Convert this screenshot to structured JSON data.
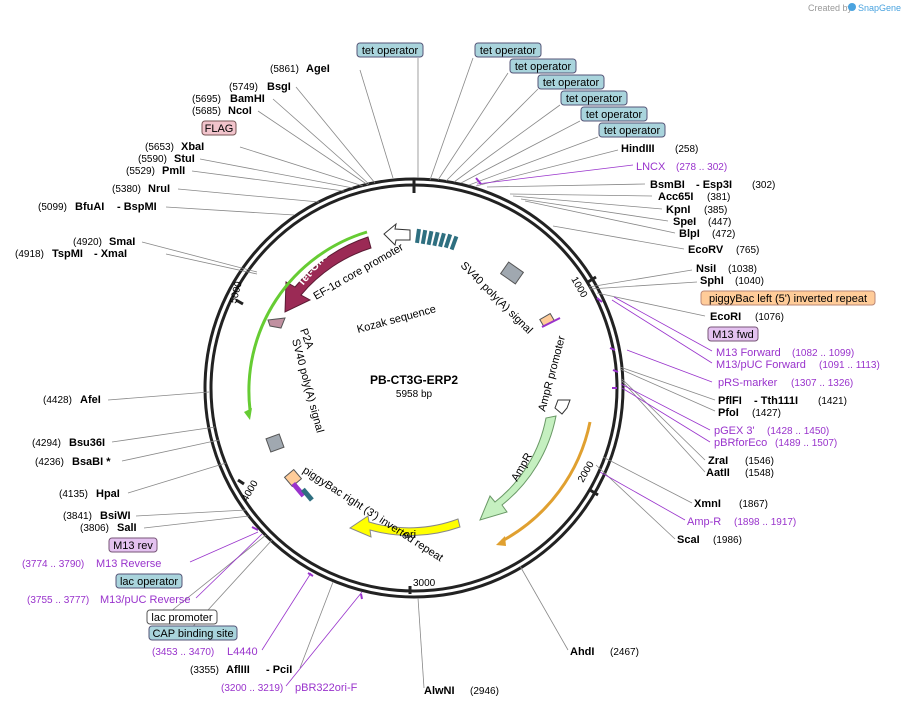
{
  "credit": {
    "created_by": "Created by",
    "brand": "SnapGene"
  },
  "plasmid": {
    "name": "PB-CT3G-ERP2",
    "size": "5958 bp"
  },
  "ticks": {
    "t1000": "1000",
    "t2000": "2000",
    "t3000": "3000",
    "t4000": "4000",
    "t5000": "5000"
  },
  "features": {
    "tet_on": "Tet-On® 3G",
    "ef1a": "EF-1α core promoter",
    "kozak": "Kozak sequence",
    "sv40_top": "SV40 poly(A) signal",
    "sv40_left": "SV40 poly(A) signal",
    "p2a": "P2A",
    "ampr_promoter": "AmpR promoter",
    "ampr": "AmpR",
    "ori": "ori",
    "pb_right": "piggyBac right (3') inverted repeat"
  },
  "boxes": {
    "tet_op_1": "tet operator",
    "tet_op_2": "tet operator",
    "tet_op_3": "tet operator",
    "tet_op_4": "tet operator",
    "tet_op_5": "tet operator",
    "tet_op_6": "tet operator",
    "tet_op_7": "tet operator",
    "flag": "FLAG",
    "pb_left": "piggyBac left (5') inverted repeat",
    "m13_fwd": "M13 fwd",
    "m13_rev": "M13 rev",
    "lac_operator": "lac operator",
    "lac_promoter": "lac promoter",
    "cap_site": "CAP binding site"
  },
  "right_labels": {
    "hindiii": {
      "name": "HindIII",
      "pos": "(258)"
    },
    "lncx": {
      "name": "LNCX",
      "pos": "(278 .. 302)"
    },
    "bsmbi": {
      "name": "BsmBI",
      "sep": "- Esp3I",
      "pos": "(302)"
    },
    "acc65i": {
      "name": "Acc65I",
      "pos": "(381)"
    },
    "kpni": {
      "name": "KpnI",
      "pos": "(385)"
    },
    "spei": {
      "name": "SpeI",
      "pos": "(447)"
    },
    "blpi": {
      "name": "BlpI",
      "pos": "(472)"
    },
    "ecorv": {
      "name": "EcoRV",
      "pos": "(765)"
    },
    "nsii": {
      "name": "NsiI",
      "pos": "(1038)"
    },
    "sphi": {
      "name": "SphI",
      "pos": "(1040)"
    },
    "ecori": {
      "name": "EcoRI",
      "pos": "(1076)"
    },
    "m13_forward": {
      "name": "M13 Forward",
      "pos": "(1082 .. 1099)"
    },
    "m13puc_forward": {
      "name": "M13/pUC Forward",
      "pos": "(1091 .. 1113)"
    },
    "prs_marker": {
      "name": "pRS-marker",
      "pos": "(1307 .. 1326)"
    },
    "pflfi": {
      "name": "PflFI",
      "sep": "- Tth111I",
      "pos": "(1421)"
    },
    "pfoi": {
      "name": "PfoI",
      "pos": "(1427)"
    },
    "pgex3": {
      "name": "pGEX 3'",
      "pos": "(1428 .. 1450)"
    },
    "pbrforeco": {
      "name": "pBRforEco",
      "pos": "(1489 .. 1507)"
    },
    "zrai": {
      "name": "ZraI",
      "pos": "(1546)"
    },
    "aatii": {
      "name": "AatII",
      "pos": "(1548)"
    },
    "xmni": {
      "name": "XmnI",
      "pos": "(1867)"
    },
    "amp_r": {
      "name": "Amp-R",
      "pos": "(1898 .. 1917)"
    },
    "scai": {
      "name": "ScaI",
      "pos": "(1986)"
    },
    "ahdi": {
      "name": "AhdI",
      "pos": "(2467)"
    },
    "alwni": {
      "name": "AlwNI",
      "pos": "(2946)"
    }
  },
  "left_labels": {
    "agei": {
      "name": "AgeI",
      "pos": "(5861)"
    },
    "bsgi": {
      "name": "BsgI",
      "pos": "(5749)"
    },
    "bamhi": {
      "name": "BamHI",
      "pos": "(5695)"
    },
    "ncoi": {
      "name": "NcoI",
      "pos": "(5685)"
    },
    "xbai": {
      "name": "XbaI",
      "pos": "(5653)"
    },
    "stui": {
      "name": "StuI",
      "pos": "(5590)"
    },
    "pmli": {
      "name": "PmlI",
      "pos": "(5529)"
    },
    "nrui": {
      "name": "NruI",
      "pos": "(5380)"
    },
    "bfuai": {
      "name": "BfuAI",
      "sep": "- BspMI",
      "pos": "(5099)"
    },
    "smai": {
      "name": "SmaI",
      "pos": "(4920)"
    },
    "tspmi": {
      "name": "TspMI",
      "sep": "- XmaI",
      "pos": "(4918)"
    },
    "afei": {
      "name": "AfeI",
      "pos": "(4428)"
    },
    "bsu36i": {
      "name": "Bsu36I",
      "pos": "(4294)"
    },
    "bsabi": {
      "name": "BsaBI *",
      "pos": "(4236)"
    },
    "hpai": {
      "name": "HpaI",
      "pos": "(4135)"
    },
    "bsiwi": {
      "name": "BsiWI",
      "pos": "(3841)"
    },
    "sali": {
      "name": "SalI",
      "pos": "(3806)"
    },
    "m13_reverse": {
      "name": "M13 Reverse",
      "pos": "(3774 .. 3790)"
    },
    "m13puc_reverse": {
      "name": "M13/pUC Reverse",
      "pos": "(3755 .. 3777)"
    },
    "l4440": {
      "name": "L4440",
      "pos": "(3453 .. 3470)"
    },
    "afliii": {
      "name": "AflIII",
      "sep": "- PciI",
      "pos": "(3355)"
    },
    "pbr322ori": {
      "name": "pBR322ori-F",
      "pos": "(3200 .. 3219)"
    }
  },
  "colors": {
    "ring": "#222222",
    "tet_on": "#9b2a55",
    "promoter_arrow": "#ffffff",
    "ampr": "#c5f0c0",
    "ori": "#ffff00",
    "orf_highlight_green": "#66cc33",
    "orf_highlight_orange": "#e0a030",
    "primer": "#9933cc",
    "tet_box": "#a9d4dc",
    "pb_box": "#ffcc99",
    "primer_box": "#e4c2f0",
    "flag_box": "#f2c4cc"
  }
}
